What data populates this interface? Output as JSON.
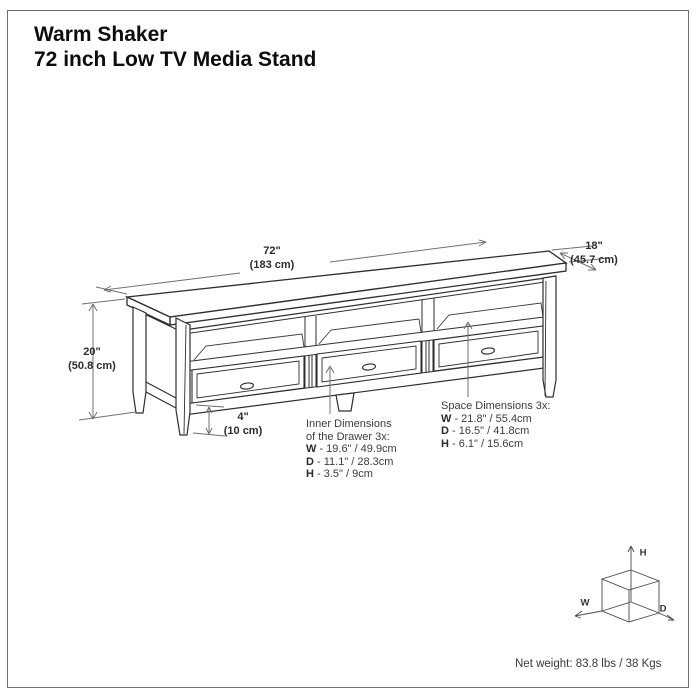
{
  "header": {
    "line1": "Warm Shaker",
    "line2": "72 inch Low TV Media Stand"
  },
  "dimensions": {
    "width": {
      "in": "72\"",
      "cm": "(183 cm)"
    },
    "depth": {
      "in": "18\"",
      "cm": "(45.7 cm)"
    },
    "height": {
      "in": "20\"",
      "cm": "(50.8 cm)"
    },
    "leg": {
      "in": "4\"",
      "cm": "(10 cm)"
    }
  },
  "drawer_dims": {
    "line1": "Inner Dimensions",
    "line2": "of the Drawer 3x:",
    "w_label": "W",
    "w_rest": " - 19.6\" / 49.9cm",
    "d_label": "D",
    "d_rest": " - 11.1\" / 28.3cm",
    "h_label": "H",
    "h_rest": " - 3.5\" / 9cm"
  },
  "space_dims": {
    "line1": "Space Dimensions 3x:",
    "w_label": "W",
    "w_rest": " - 21.8\" / 55.4cm",
    "d_label": "D",
    "d_rest": " - 16.5\" / 41.8cm",
    "h_label": "H",
    "h_rest": " - 6.1\" / 15.6cm"
  },
  "axis_cube": {
    "w": "W",
    "h": "H",
    "d": "D"
  },
  "footer": {
    "net_weight": "Net weight: 83.8 lbs / 38 Kgs"
  },
  "colors": {
    "line": "#2e2e2e",
    "dim_line": "#707070",
    "cube_line": "#4a4a4a",
    "text": "#3c3c3c"
  }
}
